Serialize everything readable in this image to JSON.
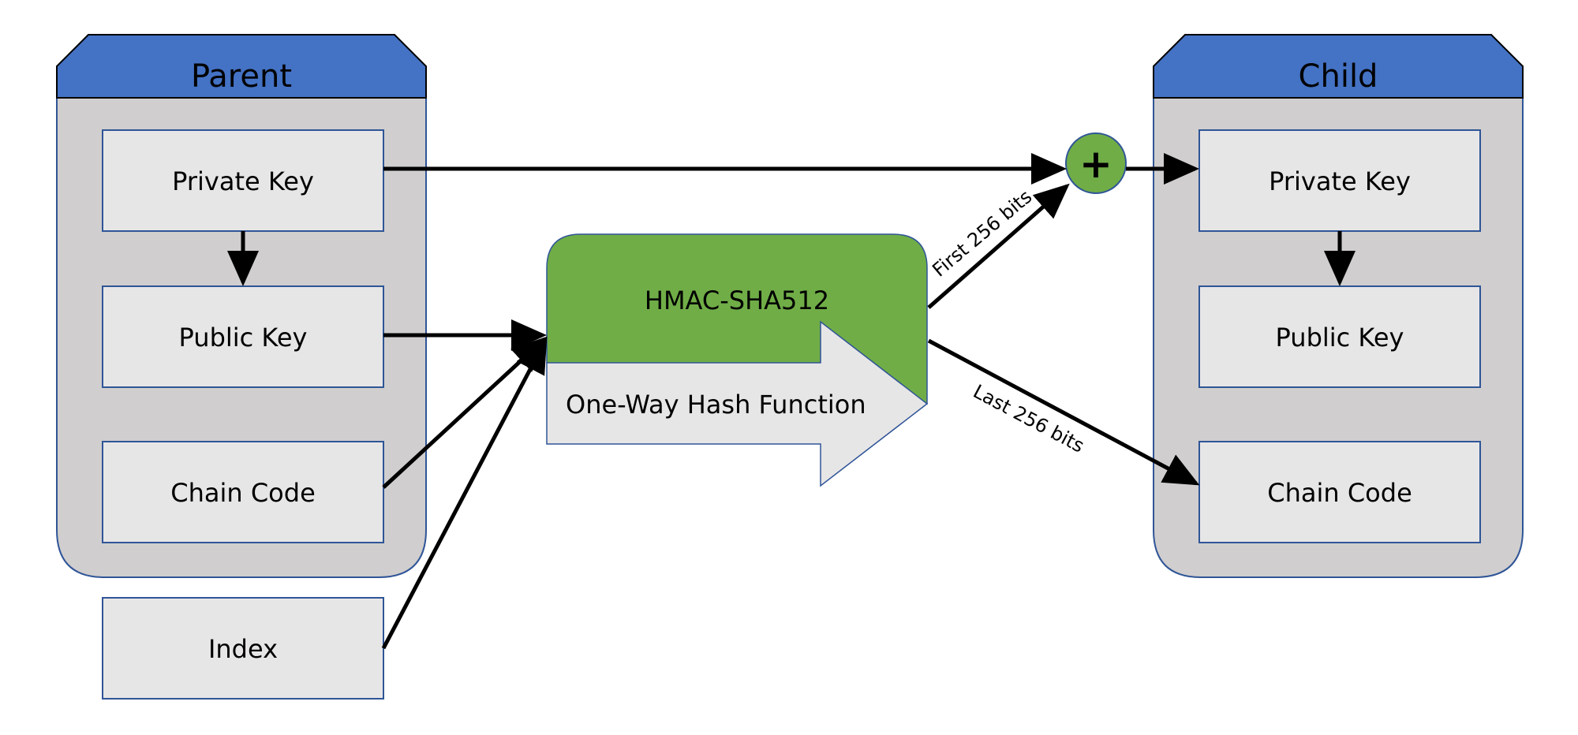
{
  "parent": {
    "title": "Parent",
    "private_key": "Private Key",
    "public_key": "Public Key",
    "chain_code": "Chain Code"
  },
  "index": {
    "label": "Index"
  },
  "hash": {
    "title": "HMAC-SHA512",
    "subtitle": "One-Way Hash Function"
  },
  "combine": {
    "symbol": "+"
  },
  "edges": {
    "first": "First 256 bits",
    "last": "Last 256 bits"
  },
  "child": {
    "title": "Child",
    "private_key": "Private Key",
    "public_key": "Public Key",
    "chain_code": "Chain Code"
  },
  "colors": {
    "header_blue": "#4472C4",
    "panel_gray": "#D0CECE",
    "box_gray": "#E7E6E6",
    "border_blue": "#2F5597",
    "green": "#70AD47"
  }
}
